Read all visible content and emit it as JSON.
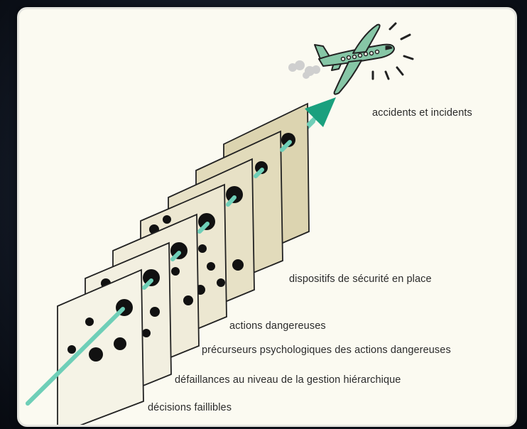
{
  "labels": {
    "accidents": "accidents et incidents",
    "dispositifs": "dispositifs de sécurité en place",
    "actions": "actions dangereuses",
    "precurseurs": "précurseurs psychologiques des actions dangereuses",
    "defaillances": "défaillances au niveau de la gestion hiérarchique",
    "decisions": "décisions faillibles"
  },
  "colors": {
    "arrow": "#6fcfb8",
    "arrow_head": "#1aa07e",
    "plane": "#86c6a6",
    "panel_front": "#f4f2e4",
    "panel_back": "#dcd4b0",
    "hole": "#111111",
    "frame_bg": "#fbfaf1"
  },
  "icons": {
    "plane": "airplane-icon",
    "smoke": "smoke-icon",
    "arrow": "trajectory-arrow-icon"
  }
}
